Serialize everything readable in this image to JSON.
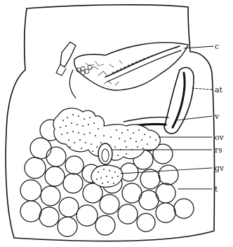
{
  "labels": {
    "c": "c",
    "at": "at",
    "v": "v",
    "ov": "ov",
    "rs": "rs",
    "gv": "gv",
    "t": "t"
  },
  "colors": {
    "ink": "#111111",
    "paper": "#ffffff"
  }
}
